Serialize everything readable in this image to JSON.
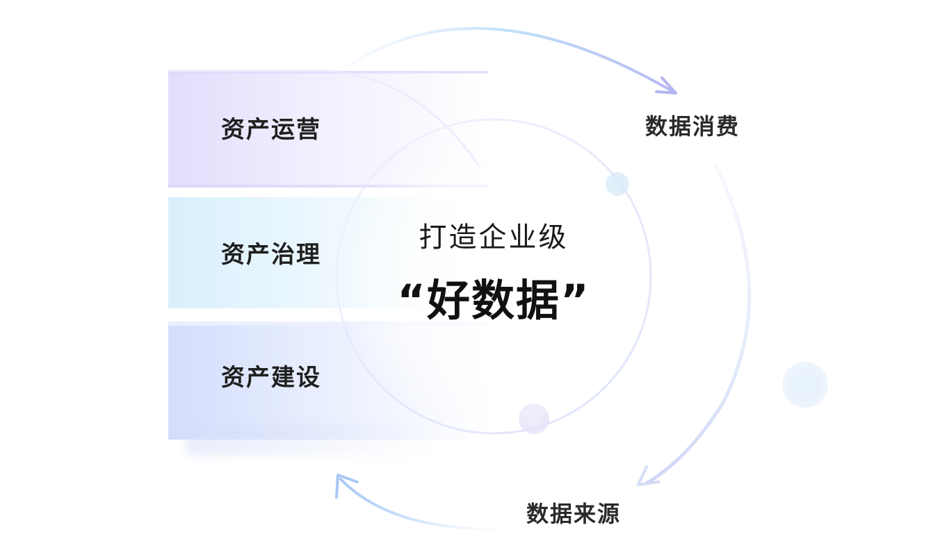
{
  "layers": [
    {
      "label": "资产运营"
    },
    {
      "label": "资产治理"
    },
    {
      "label": "资产建设"
    }
  ],
  "center": {
    "line1": "打造企业级",
    "line2": "“好数据”"
  },
  "flow": {
    "consume": "数据消费",
    "source": "数据来源"
  }
}
